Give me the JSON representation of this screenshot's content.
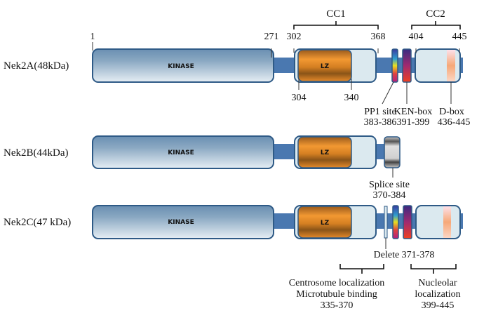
{
  "title": "Nek2 isoform domain structure",
  "isoforms": [
    {
      "name": "Nek2A(48kDa)",
      "kinase_label": "KINASE",
      "lz_label": "LZ"
    },
    {
      "name": "Nek2B(44kDa)",
      "kinase_label": "KINASE",
      "lz_label": "LZ"
    },
    {
      "name": "Nek2C(47 kDa)",
      "kinase_label": "KINASE",
      "lz_label": "LZ"
    }
  ],
  "positions": {
    "p1": "1",
    "p271": "271",
    "p302": "302",
    "p368": "368",
    "p404": "404",
    "p445": "445",
    "p304": "304",
    "p340": "340"
  },
  "brackets": {
    "cc1": "CC1",
    "cc2": "CC2"
  },
  "annotations": {
    "pp1_name": "PP1 site",
    "pp1_range": "383-386",
    "ken_name": "KEN-box",
    "ken_range": "391-399",
    "dbox_name": "D-box",
    "dbox_range": "436-445",
    "splice_name": "Splice site",
    "splice_range": "370-384",
    "delete": "Delete 371-378",
    "centro_1": "Centrosome localization",
    "centro_2": "Microtubule binding",
    "centro_3": "335-370",
    "nucl_1": "Nucleolar",
    "nucl_2": "localization",
    "nucl_3": "399-445"
  },
  "colors": {
    "backbone": "#4a78b0",
    "outline": "#2e5a86",
    "lz": "#e98a2a",
    "pale": "#dbe9ef"
  }
}
